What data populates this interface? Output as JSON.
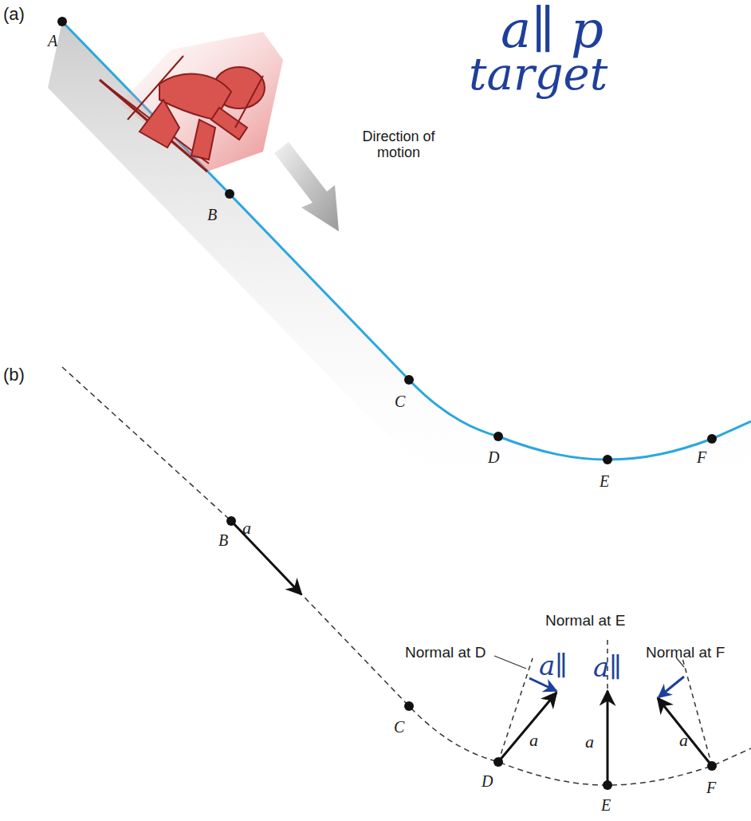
{
  "diagram": {
    "labels": [
      "a∥ p",
      "target",
      "(a)",
      "A",
      "Direction of motion",
      "B",
      "C",
      "D",
      "E",
      "F",
      "(b)",
      "B",
      "a⃗",
      "Normal at E",
      "Normal at D",
      "a∥",
      "a∥",
      "Normal at F",
      "C",
      "a⃗",
      "a⃗",
      "a⃗",
      "D",
      "E",
      "F"
    ]
  }
}
